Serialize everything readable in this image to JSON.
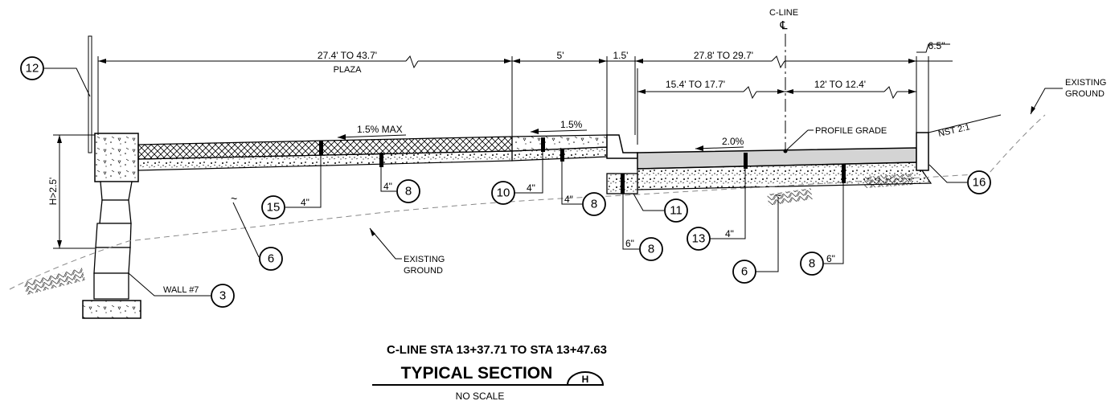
{
  "header": {
    "cline_label": "C-LINE",
    "cline_symbol": "℄"
  },
  "dimensions": {
    "plaza_width": "27.4' TO 43.7'",
    "plaza_label": "PLAZA",
    "five_ft": "5'",
    "one_five": "1.5'",
    "road_width": "27.8' TO 29.7'",
    "six_five": "6.5\"",
    "left_lane": "15.4' TO 17.7'",
    "right_lane": "12' TO 12.4'",
    "height": "H>2.5'"
  },
  "grades": {
    "plaza_slope": "1.5% MAX",
    "walk_slope": "1.5%",
    "road_slope": "2.0%",
    "profile_grade": "PROFILE GRADE",
    "nst": "NST 2:1"
  },
  "notes": {
    "existing_ground_right": [
      "EXISTING",
      "GROUND"
    ],
    "existing_ground_mid": [
      "EXISTING",
      "GROUND"
    ],
    "wall": "WALL #7",
    "d4a": "4\"",
    "d4b": "4\"",
    "d4c": "4\"",
    "d4d": "4\"",
    "d4e": "4\"",
    "d6a": "6\"",
    "d6b": "6\""
  },
  "callouts": {
    "c12": "12",
    "c15": "15",
    "c8a": "8",
    "c10": "10",
    "c8b": "8",
    "c11": "11",
    "c8c": "8",
    "c13": "13",
    "c6a": "6",
    "c6b": "6",
    "c8d": "8",
    "c3": "3",
    "c16": "16"
  },
  "title": {
    "station": "C-LINE STA 13+37.71 TO STA 13+47.63",
    "name": "TYPICAL SECTION",
    "marker": "H",
    "scale": "NO SCALE"
  }
}
